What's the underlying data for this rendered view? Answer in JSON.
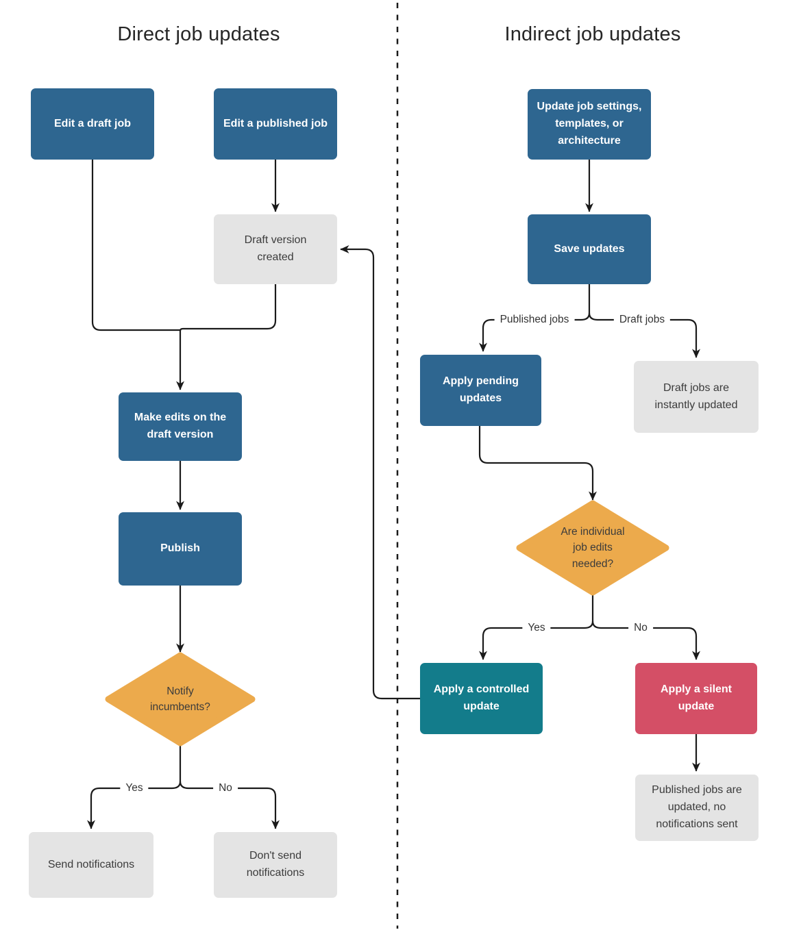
{
  "titles": {
    "left": "Direct job updates",
    "right": "Indirect job updates"
  },
  "nodes": {
    "edit_draft_job": "Edit a draft job",
    "edit_published_job": "Edit a published job",
    "draft_version_created": "Draft version created",
    "make_edits": "Make edits on the draft version",
    "publish": "Publish",
    "notify_incumbents": "Notify incumbents?",
    "send_notifications": "Send notifications",
    "dont_send_notifications": "Don't send notifications",
    "update_job_settings": "Update job settings, templates, or architecture",
    "save_updates": "Save updates",
    "apply_pending_updates": "Apply pending updates",
    "draft_jobs_instantly_updated": "Draft jobs are instantly updated",
    "are_individual_edits_needed": "Are individual job edits needed?",
    "apply_controlled_update": "Apply a controlled update",
    "apply_silent_update": "Apply a silent update",
    "published_jobs_updated": "Published jobs are updated, no notifications sent"
  },
  "edge_labels": {
    "notify_yes": "Yes",
    "notify_no": "No",
    "published_jobs": "Published jobs",
    "draft_jobs": "Draft jobs",
    "edits_yes": "Yes",
    "edits_no": "No"
  },
  "colors": {
    "process_blue": "#2e6690",
    "decision_orange": "#ecaa4c",
    "controlled_teal": "#137c8b",
    "silent_red": "#d44f66",
    "outcome_gray": "#e4e4e4",
    "line_black": "#1a1a1a"
  }
}
